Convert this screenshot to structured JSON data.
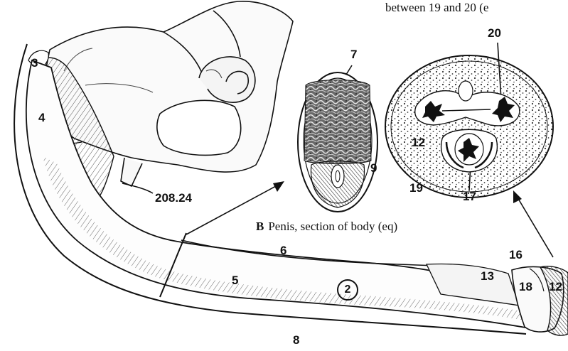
{
  "figure": {
    "caption_top": "between 19 and 20 (e",
    "caption_b_letter": "B",
    "caption_b_text": "Penis, section of body (eq)"
  },
  "labels": {
    "l3": "3",
    "l4": "4",
    "l208": "208.24",
    "l7": "7",
    "l9": "9",
    "l20": "20",
    "l12a": "12",
    "l19": "19",
    "l17": "17",
    "l6": "6",
    "l16": "16",
    "l5": "5",
    "l2": "2",
    "l13": "13",
    "l18": "18",
    "l12b": "12",
    "l8": "8"
  }
}
